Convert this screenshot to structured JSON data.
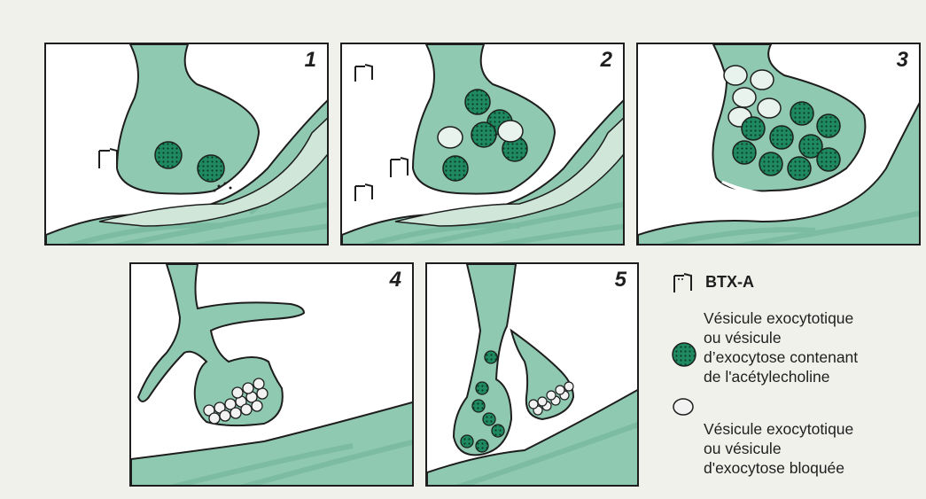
{
  "panels": [
    {
      "number": "1"
    },
    {
      "number": "2"
    },
    {
      "number": "3"
    },
    {
      "number": "4"
    },
    {
      "number": "5"
    }
  ],
  "legend": {
    "toxin_label": "BTX-A",
    "active_vesicle_text": "Vésicule exocytotique\nou vésicule\nd’exocytose contenant\nde l'acétylecholine",
    "blocked_vesicle_text": "Vésicule exocytotique\nou vésicule\nd'exocytose bloquée"
  },
  "colors": {
    "neuron": "#8fc9b1",
    "vesicle_green": "#1f8a62",
    "vesicle_dots": "#0c3a28",
    "muscle": "#cfe6d9",
    "muscle_stripes": "#9bccb6",
    "outline": "#1e1e1e"
  },
  "icons": [
    "toxin-molecule-icon",
    "active-vesicle-icon",
    "blocked-vesicle-icon"
  ]
}
